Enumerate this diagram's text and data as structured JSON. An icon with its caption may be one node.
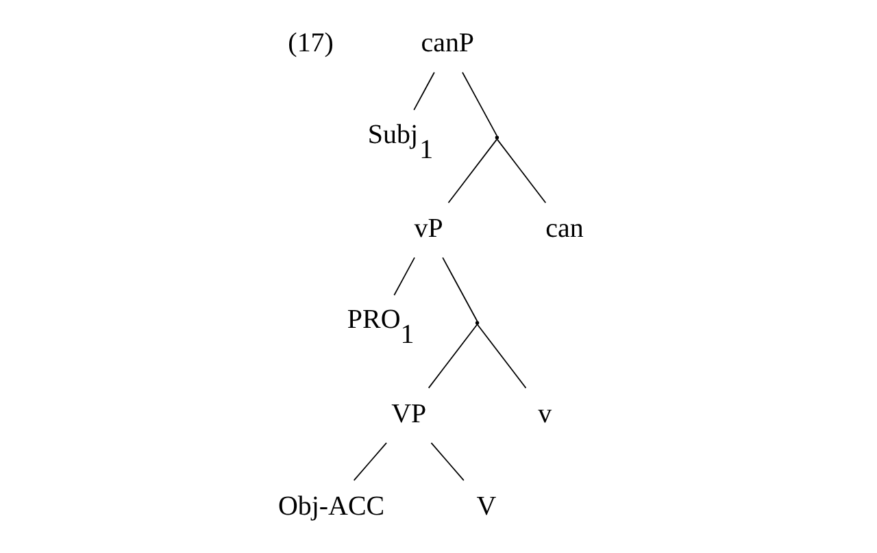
{
  "diagram": {
    "nodes": [
      {
        "text": [
          "canP"
        ]
      },
      {
        "text": [
          "Subj$_{1}$"
        ]
      },
      {
        "text": [],
        "shape": "point"
      },
      {
        "text": [
          "vP"
        ]
      },
      {
        "text": [
          "can"
        ]
      },
      {
        "text": [
          "PRO$_{1}$"
        ]
      },
      {
        "text": [],
        "shape": "point"
      },
      {
        "text": [
          "VP"
        ]
      },
      {
        "text": [
          "v"
        ]
      },
      {
        "text": [
          "Obj-ACC"
        ]
      },
      {
        "text": [
          "V"
        ]
      }
    ],
    "edges": [
      {
        "from": 0,
        "to": 1,
        "arrow": "none"
      },
      {
        "from": 0,
        "to": 2,
        "arrow": "none"
      },
      {
        "from": 2,
        "to": 3,
        "arrow": "none"
      },
      {
        "from": 2,
        "to": 4,
        "arrow": "none"
      },
      {
        "from": 3,
        "to": 5,
        "arrow": "none"
      },
      {
        "from": 3,
        "to": 6,
        "arrow": "none"
      },
      {
        "from": 6,
        "to": 7,
        "arrow": "none"
      },
      {
        "from": 6,
        "to": 8,
        "arrow": "none"
      },
      {
        "from": 7,
        "to": 9,
        "arrow": "none"
      },
      {
        "from": 7,
        "to": 10,
        "arrow": "none"
      }
    ],
    "labels": [
      "(17)"
    ]
  }
}
